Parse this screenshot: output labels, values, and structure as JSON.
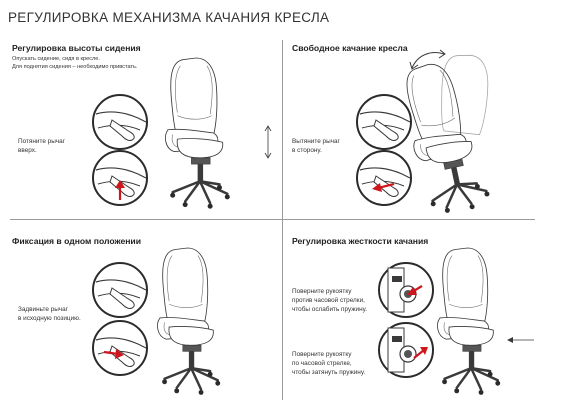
{
  "title": "РЕГУЛИРОВКА МЕХАНИЗМА КАЧАНИЯ КРЕСЛА",
  "sections": [
    {
      "title": "Регулировка высоты сидения",
      "subtitle": "Опускать сидение, сидя в кресле.\nДля поднятия сидения – необходимо привстать.",
      "instructions": [
        "Потяните рычаг\nвверх."
      ]
    },
    {
      "title": "Свободное качание кресла",
      "subtitle": "",
      "instructions": [
        "Вытяните рычаг\nв сторону."
      ]
    },
    {
      "title": "Фиксация в одном положении",
      "subtitle": "",
      "instructions": [
        "Задвиньте рычаг\nв исходную позицию."
      ]
    },
    {
      "title": "Регулировка жесткости качания",
      "subtitle": "",
      "instructions": [
        "Поверните рукоятку\nпротив часовой стрелки,\nчтобы ослабить пружину.",
        "Поверните рукоятку\nпо часовой стрелке,\nчтобы затянуть пружину."
      ]
    }
  ],
  "colors": {
    "arrow": "#d0161d",
    "line": "#3a3a3a",
    "shade": "#6f6f6f"
  }
}
